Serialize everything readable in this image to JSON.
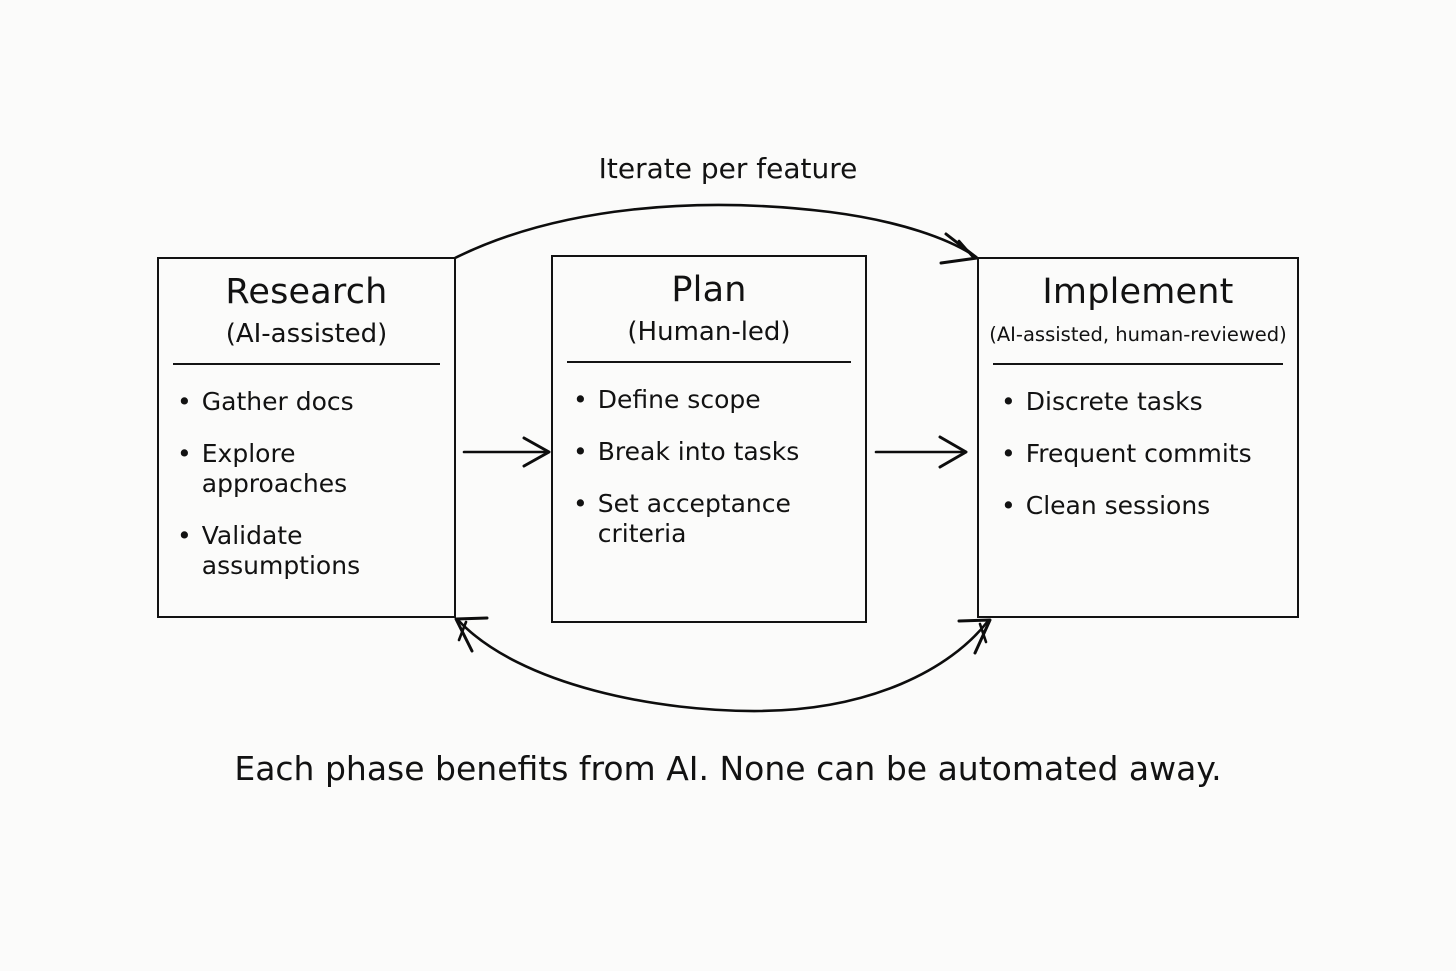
{
  "diagram": {
    "loop_label": "Iterate per feature",
    "caption": "Each phase benefits from AI. None can be automated away.",
    "background_color": "#fbfbfa",
    "ink_color": "#121212",
    "phases": [
      {
        "id": "research",
        "title": "Research",
        "subtitle": "(AI-assisted)",
        "bullet_glyph": "•",
        "bullets": [
          "Gather docs",
          "Explore approaches",
          "Validate assumptions"
        ]
      },
      {
        "id": "plan",
        "title": "Plan",
        "subtitle": "(Human-led)",
        "bullet_glyph": "•",
        "bullets": [
          "Define scope",
          "Break into tasks",
          "Set acceptance\ncriteria"
        ]
      },
      {
        "id": "implement",
        "title": "Implement",
        "subtitle": "(AI-assisted, human-reviewed)",
        "bullet_glyph": "•",
        "bullets": [
          "Discrete tasks",
          "Frequent commits",
          "Clean sessions"
        ]
      }
    ],
    "connectors": [
      {
        "id": "research-to-plan",
        "kind": "straight-arrow",
        "from": "research",
        "to": "plan",
        "direction": "right"
      },
      {
        "id": "plan-to-implement",
        "kind": "straight-arrow",
        "from": "plan",
        "to": "implement",
        "direction": "right"
      },
      {
        "id": "research-to-implement",
        "kind": "arc-over",
        "from": "research",
        "to": "implement",
        "direction": "right"
      },
      {
        "id": "implement-back-loop",
        "kind": "arc-under",
        "from": "implement",
        "to": "research",
        "direction": "bidirectional"
      }
    ]
  }
}
